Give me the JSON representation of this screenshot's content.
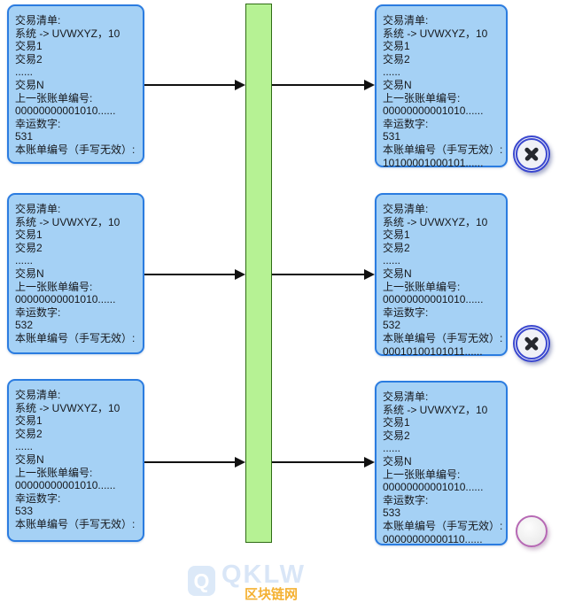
{
  "colors": {
    "box_fill": "#a5d1f5",
    "box_border": "#2b7ce0",
    "bar_fill": "#b6f294",
    "bar_border": "#2f6b15",
    "text": "#16181c",
    "close_badge_ring": "#3a47cf",
    "close_badge_x": "#26282e",
    "empty_badge_border": "#b668b4",
    "watermark_blue": "#d9e6f7",
    "watermark_orange": "#f3a40f"
  },
  "rows": [
    {
      "left": {
        "lines": [
          "交易清单:",
          "系统 -> UVWXYZ，10",
          "交易1",
          "交易2",
          "......",
          "交易N",
          "上一张账单编号:",
          "00000000001010......",
          "幸运数字:",
          "531",
          "本账单编号（手写无效）:"
        ]
      },
      "right": {
        "lines": [
          "交易清单:",
          "系统 -> UVWXYZ，10",
          "交易1",
          "交易2",
          "......",
          "交易N",
          "上一张账单编号:",
          "00000000001010......",
          "幸运数字:",
          "531",
          "本账单编号（手写无效）:",
          "10100001000101......"
        ]
      },
      "status": "rejected"
    },
    {
      "left": {
        "lines": [
          "交易清单:",
          "系统 -> UVWXYZ，10",
          "交易1",
          "交易2",
          "......",
          "交易N",
          "上一张账单编号:",
          "00000000001010......",
          "幸运数字:",
          "532",
          "本账单编号（手写无效）:"
        ]
      },
      "right": {
        "lines": [
          "交易清单:",
          "系统 -> UVWXYZ，10",
          "交易1",
          "交易2",
          "......",
          "交易N",
          "上一张账单编号:",
          "00000000001010......",
          "幸运数字:",
          "532",
          "本账单编号（手写无效）:",
          "00010100101011......"
        ]
      },
      "status": "rejected"
    },
    {
      "left": {
        "lines": [
          "交易清单:",
          "系统 -> UVWXYZ，10",
          "交易1",
          "交易2",
          "......",
          "交易N",
          "上一张账单编号:",
          "00000000001010......",
          "幸运数字:",
          "533",
          "本账单编号（手写无效）:"
        ]
      },
      "right": {
        "lines": [
          "交易清单:",
          "系统 -> UVWXYZ，10",
          "交易1",
          "交易2",
          "......",
          "交易N",
          "上一张账单编号:",
          "00000000001010......",
          "幸运数字:",
          "533",
          "本账单编号（手写无效）:",
          "00000000000110......"
        ]
      },
      "status": "pending"
    }
  ],
  "watermark": {
    "icon_letter": "Q",
    "brand": "QKLW",
    "brand_cn": "区块链网"
  }
}
